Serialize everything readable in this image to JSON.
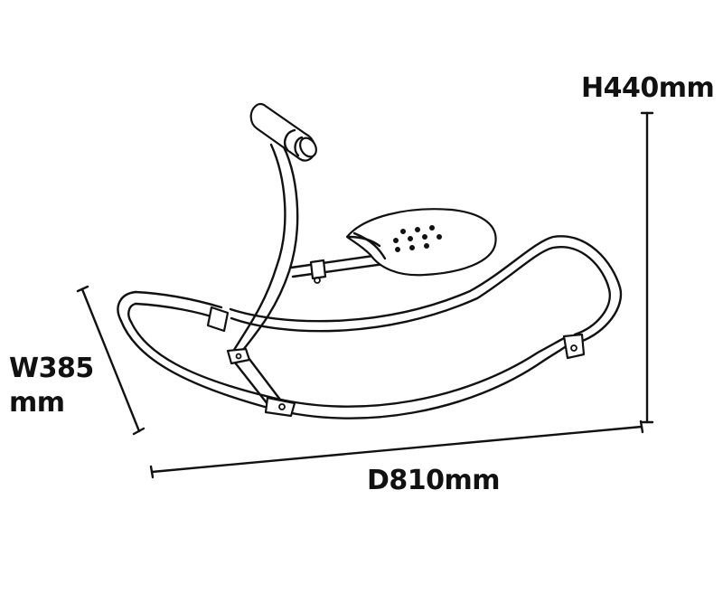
{
  "dimensions": {
    "height": "H440mm",
    "width_line1": "W385",
    "width_line2": "mm",
    "depth": "D810mm"
  },
  "colors": {
    "line": "#111111",
    "background": "#ffffff"
  }
}
